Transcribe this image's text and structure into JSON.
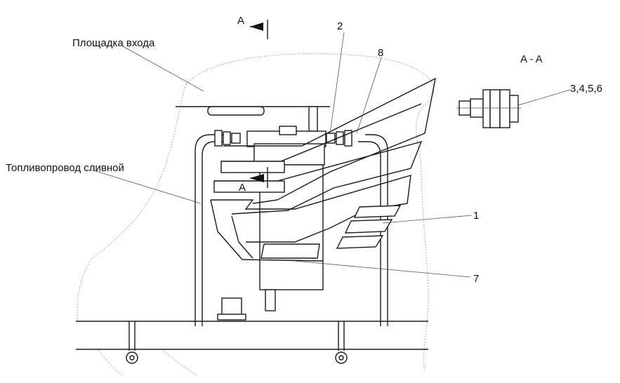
{
  "labels": {
    "platform": "Площадка входа",
    "fuel_line": "Топливопровод сливной",
    "section_top": "A",
    "section_mid": "A",
    "section_view": "A - A",
    "callout_1": "1",
    "callout_2": "2",
    "callout_7": "7",
    "callout_8": "8",
    "callout_3456": "3,4,5,6"
  }
}
